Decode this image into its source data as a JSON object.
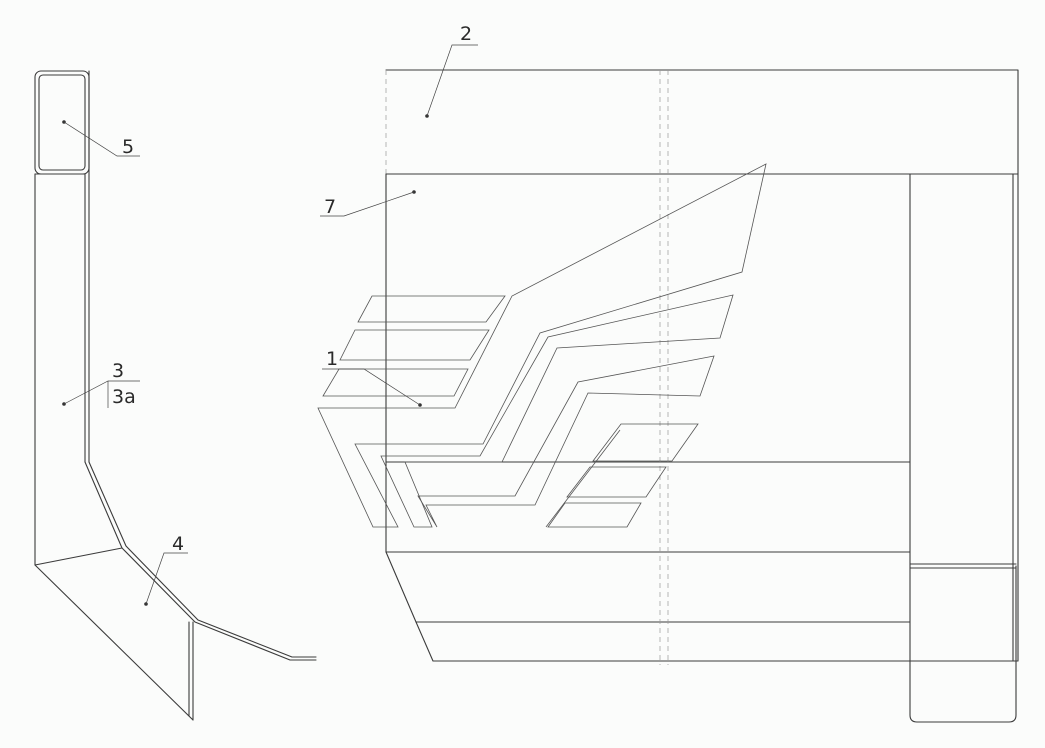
{
  "callouts": [
    {
      "id": "c1",
      "label": "1"
    },
    {
      "id": "c2",
      "label": "2"
    },
    {
      "id": "c3",
      "label": "3"
    },
    {
      "id": "c3a",
      "label": "3а"
    },
    {
      "id": "c4",
      "label": "4"
    },
    {
      "id": "c5",
      "label": "5"
    },
    {
      "id": "c7",
      "label": "7"
    }
  ]
}
